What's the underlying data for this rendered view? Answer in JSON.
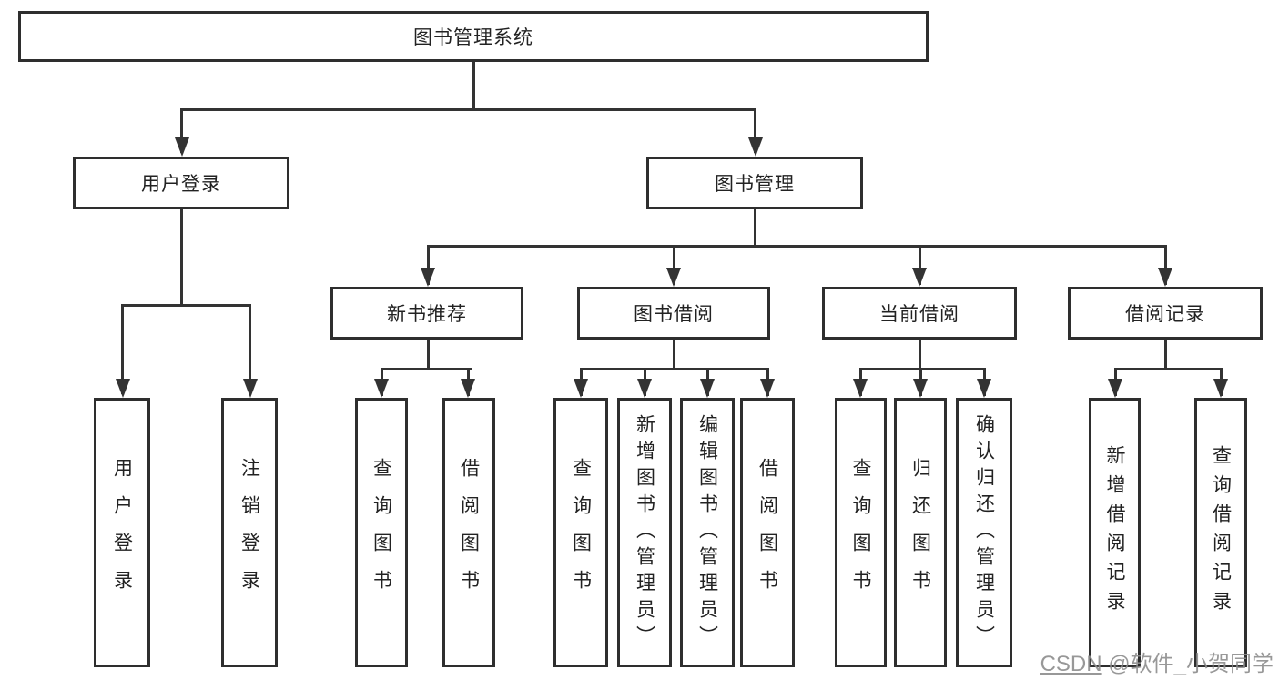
{
  "tree": {
    "root": "图书管理系统",
    "children": [
      {
        "label": "用户登录",
        "children": [
          "用户登录",
          "注销登录"
        ]
      },
      {
        "label": "图书管理",
        "children": [
          {
            "label": "新书推荐",
            "children": [
              "查询图书",
              "借阅图书"
            ]
          },
          {
            "label": "图书借阅",
            "children": [
              "查询图书",
              "新增图书（管理员）",
              "编辑图书（管理员）",
              "借阅图书"
            ]
          },
          {
            "label": "当前借阅",
            "children": [
              "查询图书",
              "归还图书",
              "确认归还（管理员）"
            ]
          },
          {
            "label": "借阅记录",
            "children": [
              "新增借阅记录",
              "查询借阅记录"
            ]
          }
        ]
      }
    ]
  },
  "watermark": {
    "prefix": "CSDN",
    "handle": " @软件_小贺同学"
  },
  "colors": {
    "line": "#333333",
    "box_border": "#2e2e2e",
    "text": "#222222",
    "background": "#ffffff",
    "watermark": "#8d8d8d"
  }
}
